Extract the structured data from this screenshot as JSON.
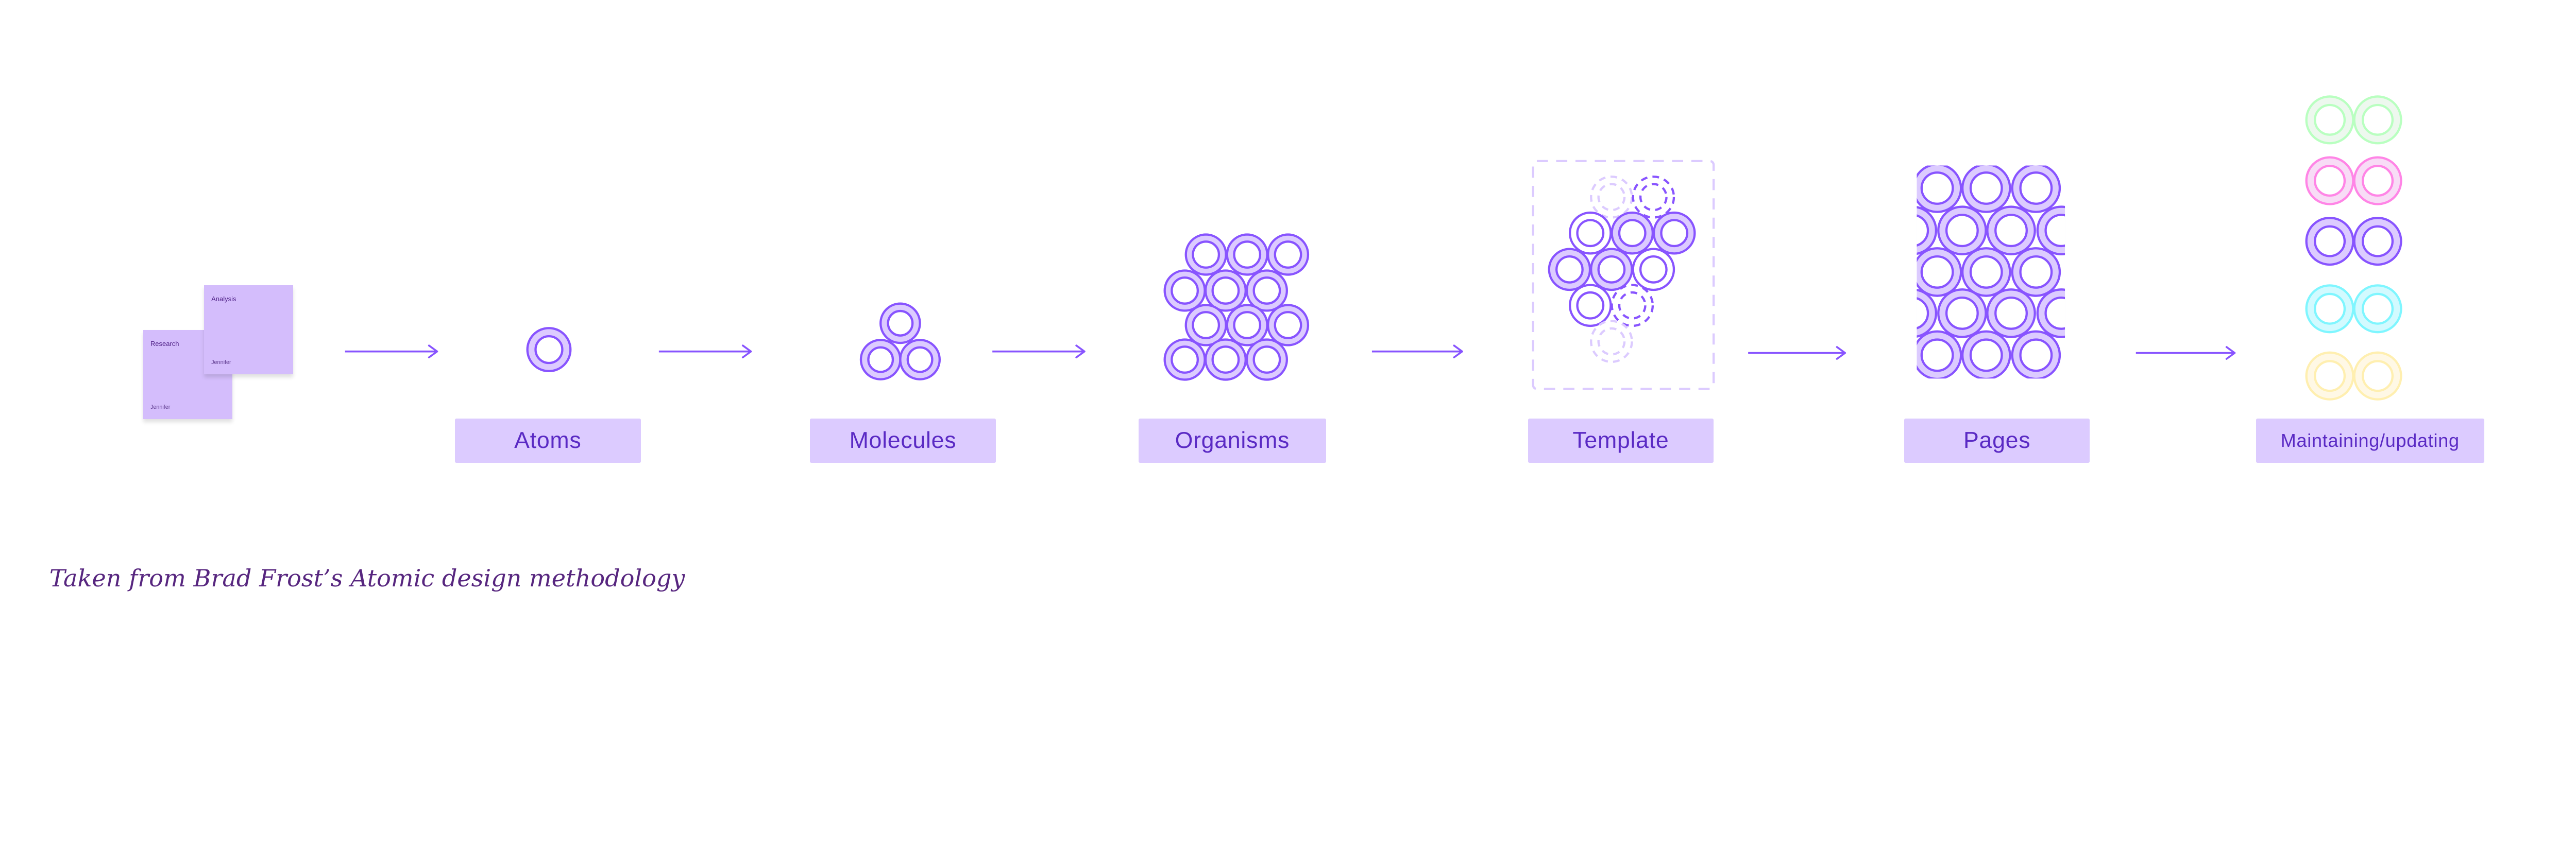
{
  "sticky_notes": [
    {
      "title": "Analysis",
      "author": "Jennifer"
    },
    {
      "title": "Research",
      "author": "Jennifer"
    }
  ],
  "stages": [
    {
      "label": "Atoms"
    },
    {
      "label": "Molecules"
    },
    {
      "label": "Organisms"
    },
    {
      "label": "Template"
    },
    {
      "label": "Pages"
    },
    {
      "label": "Maintaining/updating"
    }
  ],
  "footnote": "Taken from Brad Frost’s Atomic design methodology",
  "colors": {
    "accent_stroke": "#8854ff",
    "accent_fill": "#dccbff",
    "label_text": "#5a2ac4",
    "maintaining_rows": [
      {
        "stroke": "#b9ffc0",
        "fill": "#edf8ee"
      },
      {
        "stroke": "#ff85e6",
        "fill": "#f8dcf6"
      },
      {
        "stroke": "#8854ff",
        "fill": "#dccbff"
      },
      {
        "stroke": "#7ff6ff",
        "fill": "#d2faff"
      },
      {
        "stroke": "#ffefb0",
        "fill": "#fff8e5"
      }
    ]
  }
}
